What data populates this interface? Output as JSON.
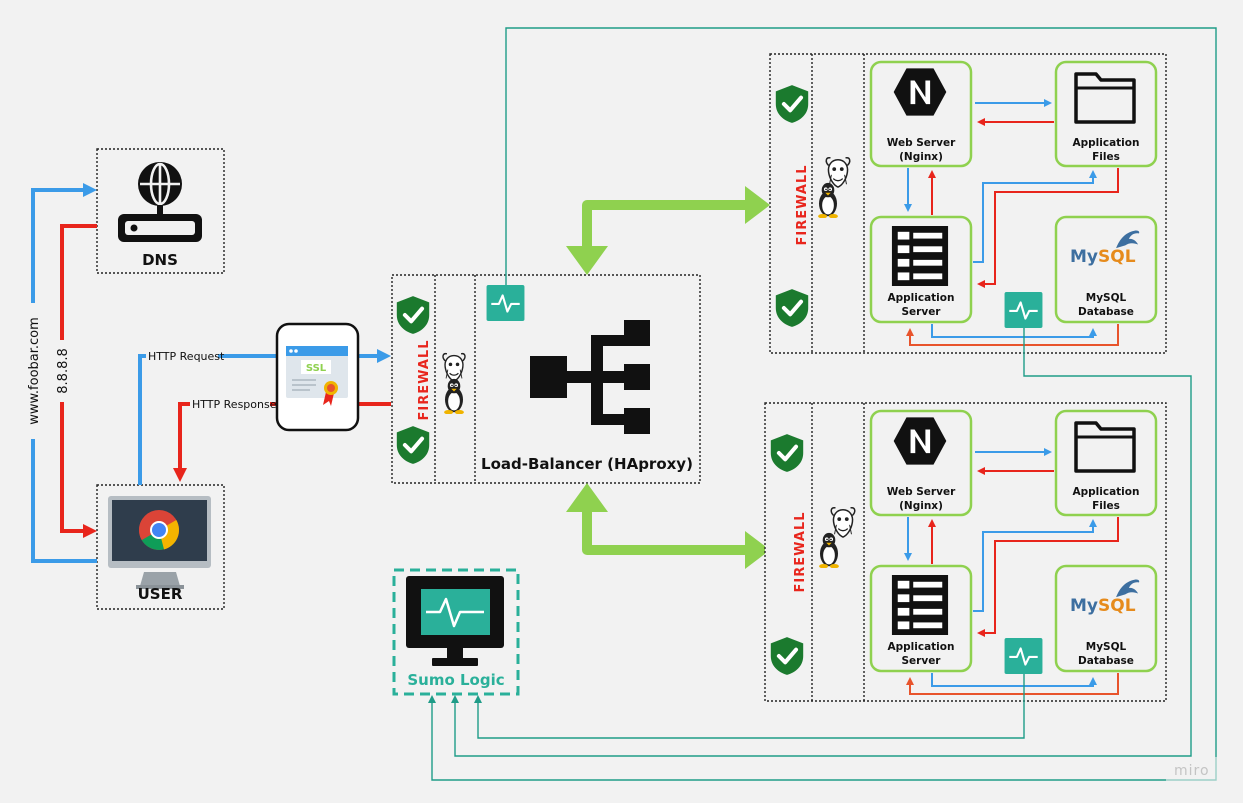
{
  "dns": {
    "label": "DNS"
  },
  "user": {
    "label": "USER"
  },
  "dns_path": {
    "domain": "www.foobar.com",
    "ip": "8.8.8.8"
  },
  "traffic": {
    "request": "HTTP Request",
    "response": "HTTP Response"
  },
  "ssl": {
    "label": "SSL"
  },
  "firewall": {
    "label": "FIREWALL"
  },
  "load_balancer": {
    "label": "Load-Balancer (HAproxy)"
  },
  "servers": [
    {
      "web_server": [
        "Web Server",
        "(Nginx)"
      ],
      "app_files": [
        "Application",
        "Files"
      ],
      "app_server": [
        "Application",
        "Server"
      ],
      "database": [
        "MySQL",
        "Database"
      ],
      "mysql_logo": {
        "my": "My",
        "sql": "SQL"
      },
      "nginx_letter": "N"
    },
    {
      "web_server": [
        "Web Server",
        "(Nginx)"
      ],
      "app_files": [
        "Application",
        "Files"
      ],
      "app_server": [
        "Application",
        "Server"
      ],
      "database": [
        "MySQL",
        "Database"
      ],
      "mysql_logo": {
        "my": "My",
        "sql": "SQL"
      },
      "nginx_letter": "N"
    }
  ],
  "monitoring": {
    "label": "Sumo Logic"
  },
  "watermark": "miro",
  "colors": {
    "request_blue": "#3b9be8",
    "response_red": "#e8251c",
    "lb_green": "#8fd14f",
    "monitor_teal": "#2ab09a",
    "monitor_line": "#1f9c88",
    "server_card_border": "#8fd14f",
    "firewall_text": "#e8251c",
    "shield_green": "#1b7a2e",
    "mysql_blue": "#3d6fa0",
    "mysql_orange": "#e68b1c"
  }
}
